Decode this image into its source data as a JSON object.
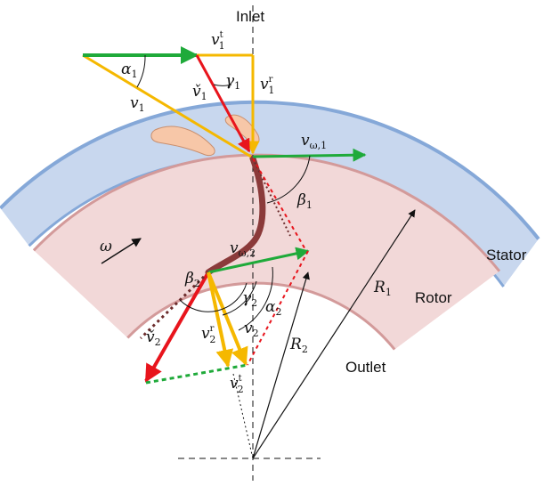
{
  "colors": {
    "stator_fill": "#c8d7ee",
    "stator_edge": "#85a8d8",
    "rotor_fill": "#f2d8d8",
    "rotor_edge": "#d39a9a",
    "blade": "#8b3a3a",
    "vane": "#f7c7a8",
    "green": "#1faa3a",
    "orange": "#f5b800",
    "red": "#e8141c",
    "brown_dots": "#6b2b2b"
  },
  "labels": {
    "inlet": "Inlet",
    "outlet": "Outlet",
    "stator": "Stator",
    "rotor": "Rotor",
    "omega": "ω",
    "v1t": {
      "base": "v",
      "sub": "1",
      "sup": "t"
    },
    "v1r": {
      "base": "v",
      "sub": "1",
      "sup": "r"
    },
    "alpha1": {
      "base": "α",
      "sub": "1"
    },
    "gamma1": {
      "base": "γ",
      "sub": "1"
    },
    "v1": {
      "base": "v",
      "sub": "1"
    },
    "v1check": {
      "base": "v̌",
      "sub": "1"
    },
    "vomega1": {
      "base": "v",
      "sub": "ω,1"
    },
    "beta1": {
      "base": "β",
      "sub": "1"
    },
    "vomega2": {
      "base": "v",
      "sub": "ω,2"
    },
    "beta2": {
      "base": "β",
      "sub": "2"
    },
    "gamma2": {
      "base": "γ",
      "sub": "2"
    },
    "alpha2": {
      "base": "α",
      "sub": "2"
    },
    "v2check": {
      "base": "v̌",
      "sub": "2"
    },
    "v2r": {
      "base": "v",
      "sub": "2",
      "sup": "r"
    },
    "v2": {
      "base": "v",
      "sub": "2"
    },
    "v2t": {
      "base": "v",
      "sub": "2",
      "sup": "t"
    },
    "R1": {
      "base": "R",
      "sub": "1"
    },
    "R2": {
      "base": "R",
      "sub": "2"
    }
  }
}
